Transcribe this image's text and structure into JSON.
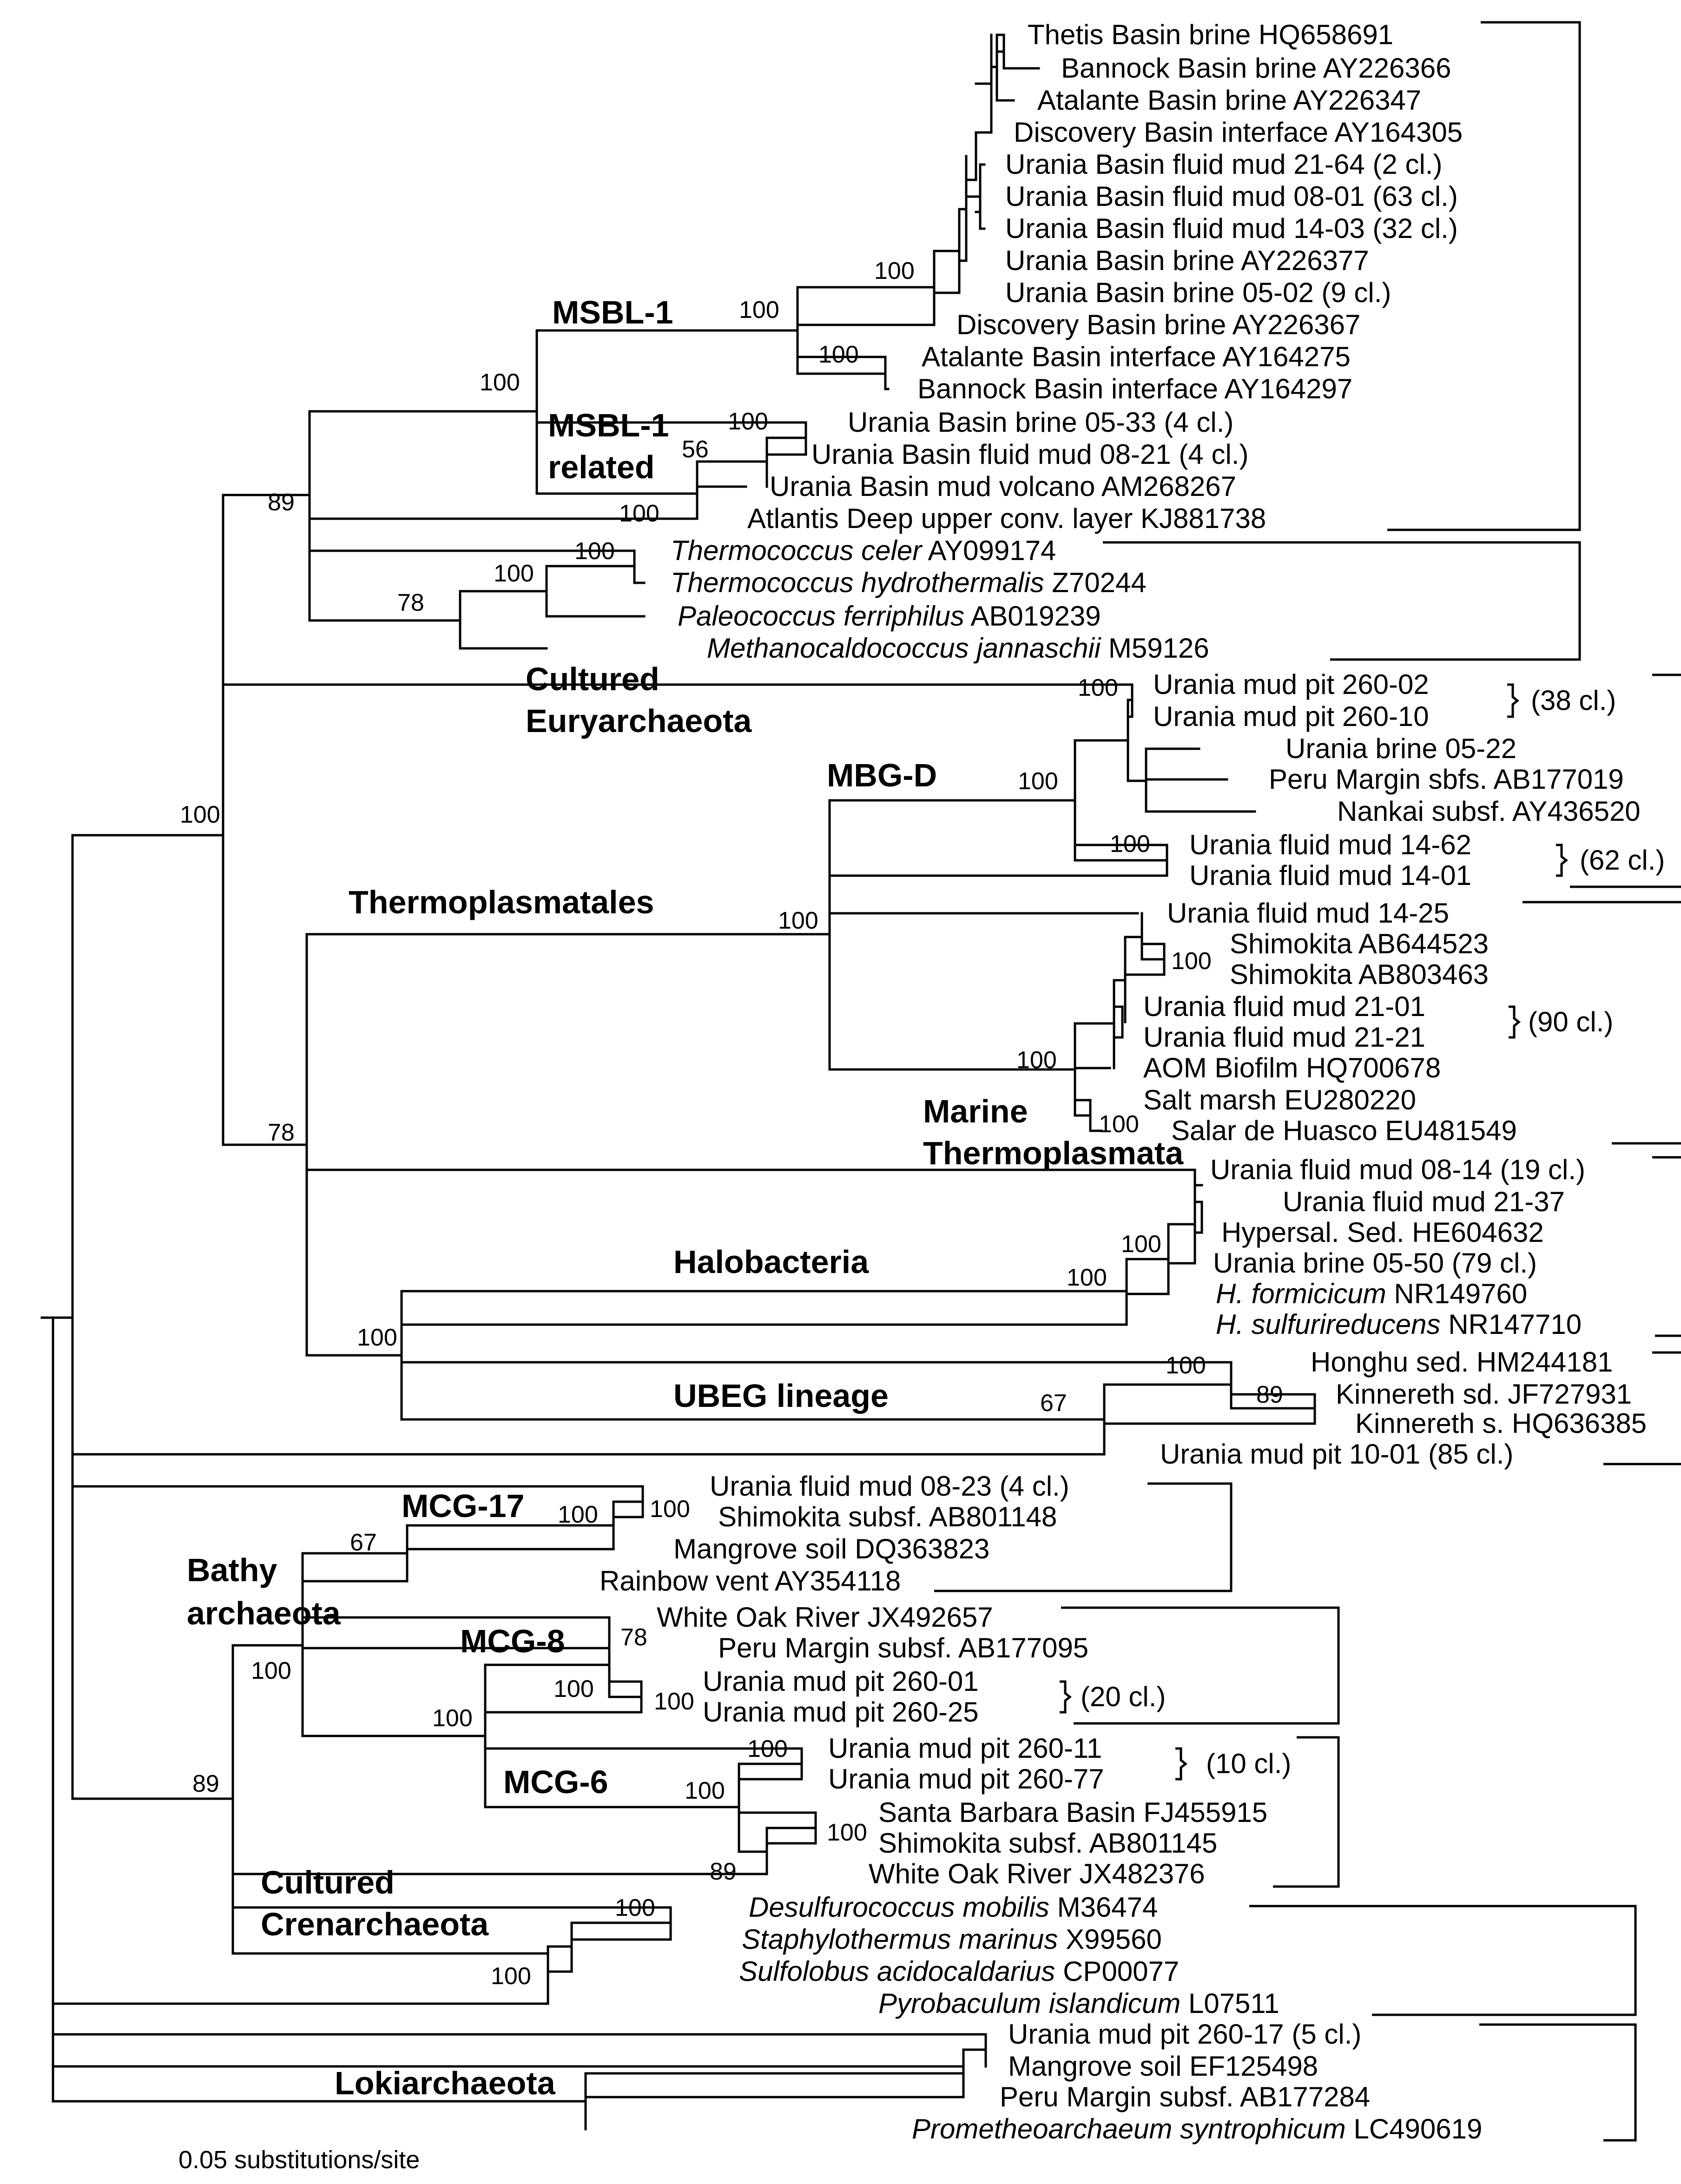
{
  "leaves": [
    {
      "id": "l1",
      "name": "Thetis Basin brine",
      "acc": "HQ658691",
      "italic": false
    },
    {
      "id": "l2",
      "name": "Bannock Basin brine",
      "acc": "AY226366",
      "italic": false
    },
    {
      "id": "l3",
      "name": "Atalante Basin brine",
      "acc": "AY226347",
      "italic": false
    },
    {
      "id": "l4",
      "name": "Discovery Basin interface",
      "acc": "AY164305",
      "italic": false
    },
    {
      "id": "l5",
      "name": "Urania Basin fluid mud 21-64 (2 cl.)",
      "acc": "",
      "italic": false
    },
    {
      "id": "l6",
      "name": "Urania Basin fluid mud 08-01 (63 cl.)",
      "acc": "",
      "italic": false
    },
    {
      "id": "l7",
      "name": "Urania Basin fluid mud 14-03 (32 cl.)",
      "acc": "",
      "italic": false
    },
    {
      "id": "l8",
      "name": "Urania Basin brine",
      "acc": "AY226377",
      "italic": false
    },
    {
      "id": "l9",
      "name": "Urania Basin brine 05-02 (9 cl.)",
      "acc": "",
      "italic": false
    },
    {
      "id": "l10",
      "name": "Discovery Basin brine",
      "acc": "AY226367",
      "italic": false
    },
    {
      "id": "l11",
      "name": "Atalante Basin interface",
      "acc": "AY164275",
      "italic": false
    },
    {
      "id": "l12",
      "name": "Bannock Basin interface",
      "acc": "AY164297",
      "italic": false
    },
    {
      "id": "l13",
      "name": "Urania Basin brine 05-33 (4 cl.)",
      "acc": "",
      "italic": false
    },
    {
      "id": "l14",
      "name": "Urania Basin fluid mud 08-21 (4 cl.)",
      "acc": "",
      "italic": false
    },
    {
      "id": "l15",
      "name": "Urania Basin mud volcano",
      "acc": "AM268267",
      "italic": false
    },
    {
      "id": "l16",
      "name": "Atlantis Deep upper conv. layer",
      "acc": "KJ881738",
      "italic": false
    },
    {
      "id": "l17",
      "name": "Thermococcus celer",
      "acc": "AY099174",
      "italic": true
    },
    {
      "id": "l18",
      "name": "Thermococcus hydrothermalis",
      "acc": "Z70244",
      "italic": true
    },
    {
      "id": "l19",
      "name": "Paleococcus ferriphilus",
      "acc": "AB019239",
      "italic": true
    },
    {
      "id": "l20",
      "name": "Methanocaldococcus jannaschii",
      "acc": "M59126",
      "italic": true
    },
    {
      "id": "l21",
      "name": "Urania mud pit 260-02",
      "acc": "",
      "italic": false
    },
    {
      "id": "l22",
      "name": "Urania mud pit 260-10",
      "acc": "",
      "italic": false
    },
    {
      "id": "l23",
      "name": "Urania brine 05-22",
      "acc": "",
      "italic": false
    },
    {
      "id": "l24",
      "name": "Peru Margin sbfs.",
      "acc": "AB177019",
      "italic": false
    },
    {
      "id": "l25",
      "name": "Nankai subsf.",
      "acc": "AY436520",
      "italic": false
    },
    {
      "id": "l26",
      "name": "Urania fluid mud 14-62",
      "acc": "",
      "italic": false
    },
    {
      "id": "l27",
      "name": "Urania fluid mud 14-01",
      "acc": "",
      "italic": false
    },
    {
      "id": "l28",
      "name": "Urania fluid mud 14-25",
      "acc": "",
      "italic": false
    },
    {
      "id": "l29",
      "name": "Shimokita",
      "acc": "AB644523",
      "italic": false
    },
    {
      "id": "l30",
      "name": "Shimokita",
      "acc": "AB803463",
      "italic": false
    },
    {
      "id": "l31",
      "name": "Urania fluid mud 21-01",
      "acc": "",
      "italic": false
    },
    {
      "id": "l32",
      "name": "Urania fluid mud 21-21",
      "acc": "",
      "italic": false
    },
    {
      "id": "l33",
      "name": "AOM Biofilm",
      "acc": "HQ700678",
      "italic": false
    },
    {
      "id": "l34",
      "name": "Salt marsh",
      "acc": "EU280220",
      "italic": false
    },
    {
      "id": "l35",
      "name": "Salar de Huasco",
      "acc": "EU481549",
      "italic": false
    },
    {
      "id": "l36",
      "name": "Urania fluid mud 08-14 (19 cl.)",
      "acc": "",
      "italic": false
    },
    {
      "id": "l37",
      "name": "Urania fluid mud 21-37",
      "acc": "",
      "italic": false
    },
    {
      "id": "l38",
      "name": "Hypersal. Sed.",
      "acc": "HE604632",
      "italic": false
    },
    {
      "id": "l39",
      "name": "Urania brine 05-50 (79 cl.)",
      "acc": "",
      "italic": false
    },
    {
      "id": "l40",
      "name": "H. formicicum",
      "acc": "NR149760",
      "italic": true
    },
    {
      "id": "l41",
      "name": "H. sulfurireducens",
      "acc": "NR147710",
      "italic": true
    },
    {
      "id": "l42",
      "name": "Honghu sed.",
      "acc": "HM244181",
      "italic": false
    },
    {
      "id": "l43",
      "name": "Kinnereth sd.",
      "acc": "JF727931",
      "italic": false
    },
    {
      "id": "l44",
      "name": "Kinnereth s.",
      "acc": "HQ636385",
      "italic": false
    },
    {
      "id": "l45",
      "name": "Urania mud pit 10-01 (85 cl.)",
      "acc": "",
      "italic": false
    },
    {
      "id": "l46",
      "name": "Urania fluid mud 08-23 (4 cl.)",
      "acc": "",
      "italic": false
    },
    {
      "id": "l47",
      "name": "Shimokita subsf.",
      "acc": "AB801148",
      "italic": false
    },
    {
      "id": "l48",
      "name": "Mangrove soil",
      "acc": "DQ363823",
      "italic": false
    },
    {
      "id": "l49",
      "name": "Rainbow vent",
      "acc": "AY354118",
      "italic": false
    },
    {
      "id": "l50",
      "name": "White Oak River",
      "acc": "JX492657",
      "italic": false
    },
    {
      "id": "l51",
      "name": "Peru Margin subsf.",
      "acc": "AB177095",
      "italic": false
    },
    {
      "id": "l52",
      "name": "Urania mud pit 260-01",
      "acc": "",
      "italic": false
    },
    {
      "id": "l53",
      "name": "Urania mud pit 260-25",
      "acc": "",
      "italic": false
    },
    {
      "id": "l54",
      "name": "Urania mud pit 260-11",
      "acc": "",
      "italic": false
    },
    {
      "id": "l55",
      "name": "Urania mud pit 260-77",
      "acc": "",
      "italic": false
    },
    {
      "id": "l56",
      "name": "Santa Barbara Basin",
      "acc": "FJ455915",
      "italic": false
    },
    {
      "id": "l57",
      "name": "Shimokita subsf.",
      "acc": "AB801145",
      "italic": false
    },
    {
      "id": "l58",
      "name": "White Oak River",
      "acc": "JX482376",
      "italic": false
    },
    {
      "id": "l59",
      "name": "Desulfurococcus mobilis",
      "acc": "M36474",
      "italic": true
    },
    {
      "id": "l60",
      "name": "Staphylothermus marinus",
      "acc": "X99560",
      "italic": true
    },
    {
      "id": "l61",
      "name": "Sulfolobus acidocaldarius",
      "acc": "CP00077",
      "italic": true
    },
    {
      "id": "l62",
      "name": "Pyrobaculum islandicum",
      "acc": "L07511",
      "italic": true
    },
    {
      "id": "l63",
      "name": "Urania mud pit 260-17 (5 cl.)",
      "acc": "",
      "italic": false
    },
    {
      "id": "l64",
      "name": "Mangrove soil",
      "acc": "EF125498",
      "italic": false
    },
    {
      "id": "l65",
      "name": "Peru Margin subsf.",
      "acc": "AB177284",
      "italic": false
    },
    {
      "id": "l66",
      "name": "Prometheoarchaeum syntrophicum",
      "acc": "LC490619",
      "italic": true
    }
  ],
  "bootstraps": [
    {
      "id": "b1",
      "text": "100"
    },
    {
      "id": "b2",
      "text": "100"
    },
    {
      "id": "b3",
      "text": "100"
    },
    {
      "id": "b4",
      "text": "100"
    },
    {
      "id": "b5",
      "text": "56"
    },
    {
      "id": "b6",
      "text": "100"
    },
    {
      "id": "b7",
      "text": "89"
    },
    {
      "id": "b8",
      "text": "100"
    },
    {
      "id": "b9",
      "text": "100"
    },
    {
      "id": "b10",
      "text": "100"
    },
    {
      "id": "b11",
      "text": "78"
    },
    {
      "id": "b12",
      "text": "100"
    },
    {
      "id": "b13",
      "text": "100"
    },
    {
      "id": "b14",
      "text": "100"
    },
    {
      "id": "b15",
      "text": "100"
    },
    {
      "id": "b16",
      "text": "100"
    },
    {
      "id": "b17",
      "text": "100"
    },
    {
      "id": "b18",
      "text": "100"
    },
    {
      "id": "b19",
      "text": "100"
    },
    {
      "id": "b20",
      "text": "78"
    },
    {
      "id": "b21",
      "text": "100"
    },
    {
      "id": "b22",
      "text": "100"
    },
    {
      "id": "b23",
      "text": "100"
    },
    {
      "id": "b24",
      "text": "100"
    },
    {
      "id": "b25",
      "text": "89"
    },
    {
      "id": "b26",
      "text": "67"
    },
    {
      "id": "b27",
      "text": "100"
    },
    {
      "id": "b28",
      "text": "100"
    },
    {
      "id": "b29",
      "text": "67"
    },
    {
      "id": "b30",
      "text": "78"
    },
    {
      "id": "b31",
      "text": "100"
    },
    {
      "id": "b32",
      "text": "100"
    },
    {
      "id": "b33",
      "text": "100"
    },
    {
      "id": "b34",
      "text": "100"
    },
    {
      "id": "b35",
      "text": "100"
    },
    {
      "id": "b36",
      "text": "100"
    },
    {
      "id": "b37",
      "text": "100"
    },
    {
      "id": "b38",
      "text": "89"
    },
    {
      "id": "b39",
      "text": "89"
    },
    {
      "id": "b40",
      "text": "100"
    },
    {
      "id": "b41",
      "text": "100"
    }
  ],
  "clades": [
    {
      "id": "c1",
      "lines": [
        "MSBL-1"
      ]
    },
    {
      "id": "c2",
      "lines": [
        "MSBL-1",
        "related"
      ]
    },
    {
      "id": "c3",
      "lines": [
        "Cultured",
        "Euryarchaeota"
      ]
    },
    {
      "id": "c4",
      "lines": [
        "MBG-D"
      ]
    },
    {
      "id": "c5",
      "lines": [
        "Thermoplasmatales"
      ]
    },
    {
      "id": "c6",
      "lines": [
        "Marine",
        "Thermoplasmata"
      ]
    },
    {
      "id": "c7",
      "lines": [
        "Halobacteria"
      ]
    },
    {
      "id": "c8",
      "lines": [
        "UBEG lineage"
      ]
    },
    {
      "id": "c9",
      "lines": [
        "MCG-17"
      ]
    },
    {
      "id": "c10",
      "lines": [
        "Bathy",
        "archaeota"
      ]
    },
    {
      "id": "c11",
      "lines": [
        "MCG-8"
      ]
    },
    {
      "id": "c12",
      "lines": [
        "MCG-6"
      ]
    },
    {
      "id": "c13",
      "lines": [
        "Cultured",
        "Crenarchaeota"
      ]
    },
    {
      "id": "c14",
      "lines": [
        "Lokiarchaeota"
      ]
    }
  ],
  "clone_notes": [
    {
      "id": "n1",
      "text": "(38 cl.)"
    },
    {
      "id": "n2",
      "text": "(62 cl.)"
    },
    {
      "id": "n3",
      "text": "(90 cl.)"
    },
    {
      "id": "n4",
      "text": "(20 cl.)"
    },
    {
      "id": "n5",
      "text": "(10 cl.)"
    }
  ],
  "scale_bar": {
    "label": "0.05 substitutions/site",
    "value": 0.05
  }
}
